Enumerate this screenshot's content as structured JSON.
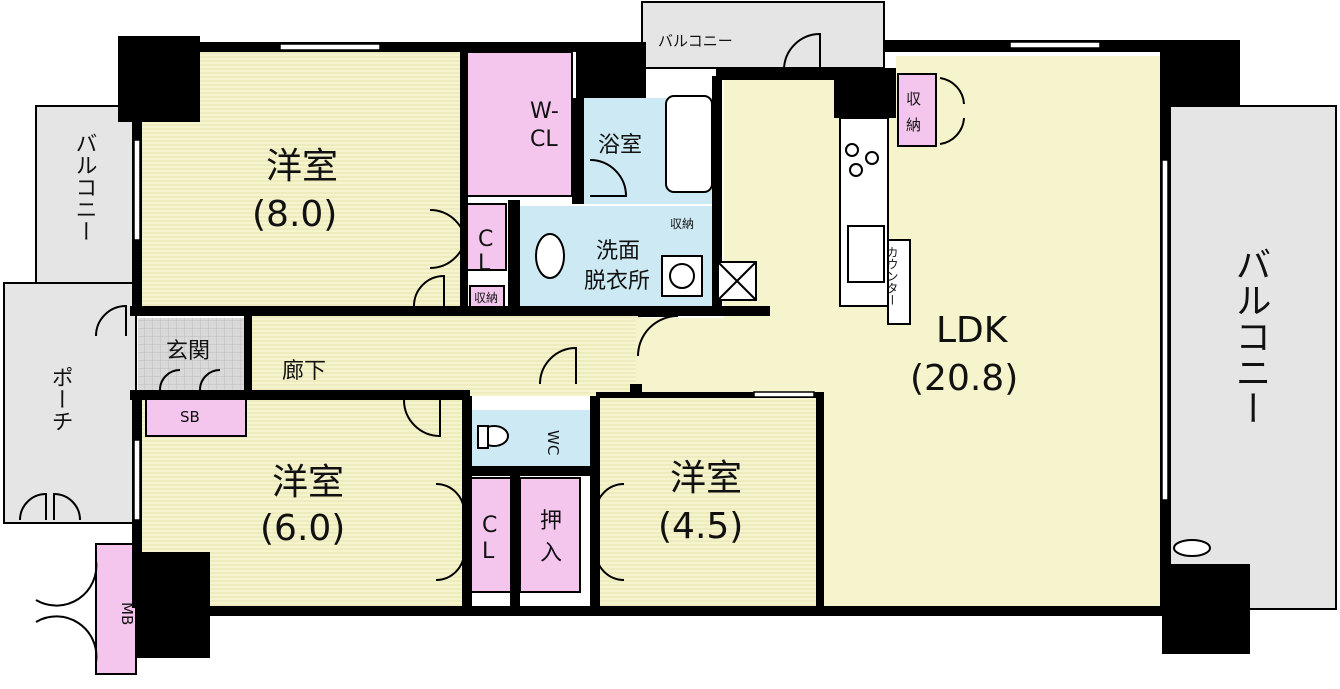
{
  "plan": {
    "rooms": {
      "western_8": {
        "name": "洋室",
        "size": "(8.0)"
      },
      "western_6": {
        "name": "洋室",
        "size": "(6.0)"
      },
      "western_45": {
        "name": "洋室",
        "size": "(4.5)"
      },
      "ldk": {
        "name": "LDK",
        "size": "(20.8)"
      },
      "wcl": {
        "line1": "W-",
        "line2": "CL"
      },
      "bath": {
        "name": "浴室"
      },
      "washroom": {
        "line1": "洗面",
        "line2": "脱衣所"
      },
      "entrance": {
        "name": "玄関"
      },
      "hallway": {
        "name": "廊下"
      },
      "toilet": {
        "name": "WC"
      },
      "oshiire": {
        "line1": "押",
        "line2": "入"
      },
      "cl_upper": {
        "line1": "C",
        "line2": "L"
      },
      "cl_lower": {
        "line1": "C",
        "line2": "L"
      },
      "shoebox": {
        "name": "SB"
      },
      "meterbox": {
        "name": "MB"
      },
      "storage_bath": {
        "name": "収納"
      },
      "storage_hall": {
        "name": "収納"
      },
      "storage_ldk": {
        "line1": "収",
        "line2": "納"
      },
      "counter": {
        "name": "カウンター"
      }
    },
    "balconies": {
      "top": {
        "name": "バルコニー"
      },
      "left": {
        "name": "バルコニー"
      },
      "right": {
        "name": "バルコニー"
      }
    },
    "porch": {
      "name": "ポーチ"
    }
  },
  "colors": {
    "room_fill": "#f6f4cc",
    "storage_fill": "#f4c6ee",
    "wet_fill": "#cde9f3",
    "balcony_fill": "#e5e5e5",
    "entrance_fill": "#d9d9d9",
    "wall": "#000000"
  }
}
